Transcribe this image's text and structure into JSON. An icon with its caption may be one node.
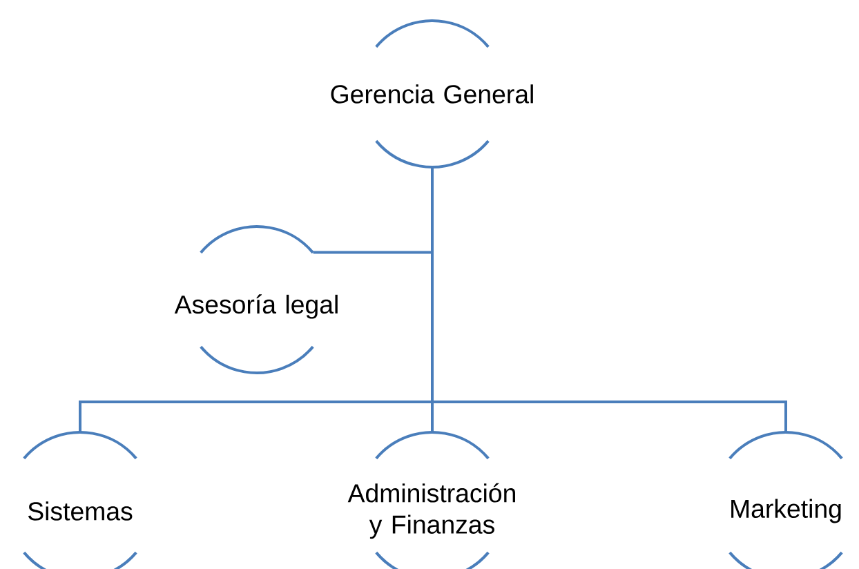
{
  "diagram": {
    "nodes": [
      {
        "text": [
          "Gerencia General"
        ]
      },
      {
        "text": [
          "Asesoría legal"
        ]
      },
      {
        "text": [
          "Sistemas"
        ]
      },
      {
        "text": [
          "Administración y Finanzas"
        ]
      },
      {
        "text": [
          "Marketing"
        ]
      }
    ],
    "edges": [
      {
        "from": 0,
        "to": 1,
        "arrow": "none"
      },
      {
        "from": 0,
        "to": 2,
        "arrow": "none"
      },
      {
        "from": 0,
        "to": 3,
        "arrow": "none"
      },
      {
        "from": 0,
        "to": 4,
        "arrow": "none"
      }
    ]
  }
}
